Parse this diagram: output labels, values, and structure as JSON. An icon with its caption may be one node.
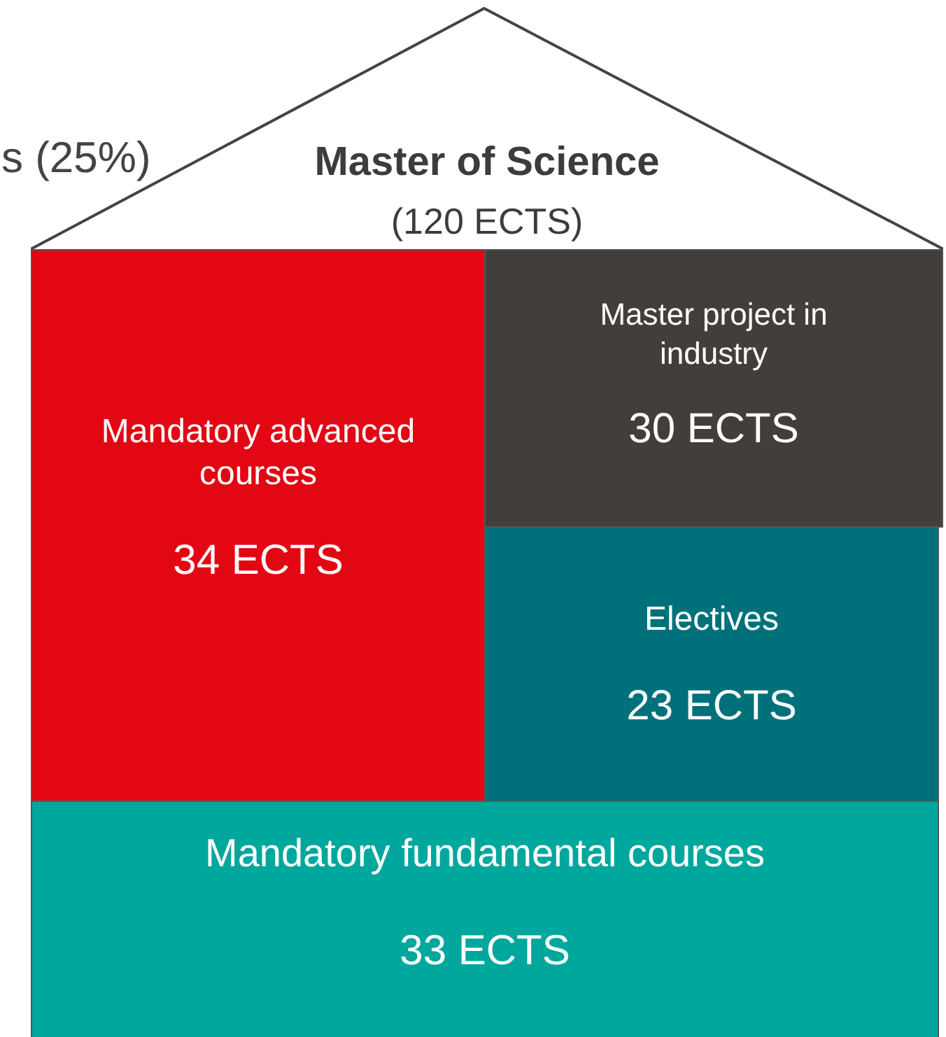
{
  "diagram": {
    "nodes": [
      {
        "text": [
          "Master of Science",
          "(120 ECTS)"
        ]
      },
      {
        "text": [
          "Mandatory advanced courses",
          "34 ECTS"
        ]
      },
      {
        "text": [
          "Master project in industry",
          "30 ECTS"
        ]
      },
      {
        "text": [
          "Electives",
          "23 ECTS"
        ]
      },
      {
        "text": [
          "Mandatory fundamental courses",
          "33 ECTS"
        ]
      }
    ],
    "labels": [
      "s (25%)"
    ]
  }
}
